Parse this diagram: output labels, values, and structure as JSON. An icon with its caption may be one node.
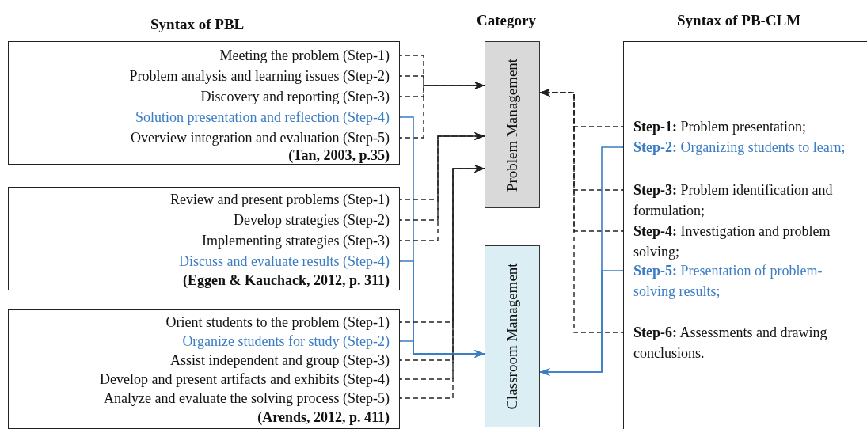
{
  "diagram": {
    "nodes": [
      {
        "text": [
          "(Tan, 2003, p.35)"
        ]
      },
      {
        "text": [
          "Meeting the problem (Step-1)"
        ],
        "in": 0
      },
      {
        "text": [
          "Problem analysis and learning issues (Step-2)"
        ],
        "in": 0
      },
      {
        "text": [
          "Discovery and reporting (Step-3)"
        ],
        "in": 0
      },
      {
        "text": [
          "Solution presentation and reflection (Step-4)"
        ],
        "in": 0
      },
      {
        "text": [
          "Overview integration and evaluation (Step-5)"
        ],
        "in": 0
      },
      {
        "text": [
          "(Eggen & Kauchack, 2012, p. 311)"
        ]
      },
      {
        "text": [
          "Review and present problems (Step-1)"
        ],
        "in": 6
      },
      {
        "text": [
          "Develop strategies (Step-2)"
        ],
        "in": 6
      },
      {
        "text": [
          "Implementing strategies (Step-3)"
        ],
        "in": 6
      },
      {
        "text": [
          "Discuss and evaluate results (Step-4)"
        ],
        "in": 6
      },
      {
        "text": [
          "(Arends, 2012, p. 411)"
        ]
      },
      {
        "text": [
          "Orient students to the problem (Step-1)"
        ],
        "in": 11
      },
      {
        "text": [
          "Organize students for study (Step-2)"
        ],
        "in": 11
      },
      {
        "text": [
          "Assist independent and group (Step-3)"
        ],
        "in": 11
      },
      {
        "text": [
          "Develop and present artifacts and exhibits (Step-4)"
        ],
        "in": 11
      },
      {
        "text": [
          "Analyze and evaluate the solving process (Step-5)"
        ],
        "in": 11
      },
      {
        "text": [
          "Problem Management"
        ]
      },
      {
        "text": [
          "Classroom Management"
        ]
      },
      {
        "text": [],
        "shape": "box"
      },
      {
        "text": [
          "**Step-1:** Problem presentation;"
        ],
        "in": 19
      },
      {
        "text": [
          "**Step-2:** Organizing students to learn;"
        ],
        "in": 19
      },
      {
        "text": [
          "**Step-3:** Problem identification and formulation;"
        ],
        "in": 19
      },
      {
        "text": [
          "**Step-4:** Investigation and problem solving;"
        ],
        "in": 19
      },
      {
        "text": [
          "**Step-5:** Presentation of problem-solving results;"
        ],
        "in": 19
      },
      {
        "text": [
          "**Step-6:** Assessments and drawing conclusions."
        ],
        "in": 19
      }
    ],
    "edges": [
      {
        "from": 1,
        "to": 17,
        "arrow": "to",
        "style": "dashed"
      },
      {
        "from": 2,
        "to": 17,
        "arrow": "to",
        "style": "dashed"
      },
      {
        "from": 3,
        "to": 17,
        "arrow": "to",
        "style": "dashed"
      },
      {
        "from": 5,
        "to": 17,
        "arrow": "to",
        "style": "dashed"
      },
      {
        "from": 4,
        "to": 18,
        "arrow": "to",
        "color": "#3b7dc4"
      },
      {
        "from": 7,
        "to": 17,
        "arrow": "to",
        "style": "dashed"
      },
      {
        "from": 8,
        "to": 17,
        "arrow": "to",
        "style": "dashed"
      },
      {
        "from": 9,
        "to": 17,
        "arrow": "to",
        "style": "dashed"
      },
      {
        "from": 10,
        "to": 18,
        "arrow": "to",
        "color": "#3b7dc4"
      },
      {
        "from": 12,
        "to": 17,
        "arrow": "to",
        "style": "dashed"
      },
      {
        "from": 14,
        "to": 17,
        "arrow": "to",
        "style": "dashed"
      },
      {
        "from": 15,
        "to": 17,
        "arrow": "to",
        "style": "dashed"
      },
      {
        "from": 16,
        "to": 17,
        "arrow": "to",
        "style": "dashed"
      },
      {
        "from": 13,
        "to": 18,
        "arrow": "to",
        "color": "#3b7dc4"
      },
      {
        "from": 20,
        "to": 17,
        "arrow": "to",
        "style": "dashed"
      },
      {
        "from": 22,
        "to": 17,
        "arrow": "to",
        "style": "dashed"
      },
      {
        "from": 23,
        "to": 17,
        "arrow": "to",
        "style": "dashed"
      },
      {
        "from": 25,
        "to": 17,
        "arrow": "to",
        "style": "dashed"
      },
      {
        "from": 21,
        "to": 18,
        "arrow": "to",
        "color": "#3b7dc4"
      },
      {
        "from": 24,
        "to": 18,
        "arrow": "to",
        "color": "#3b7dc4"
      }
    ],
    "labels": [
      "Syntax of PBL",
      "Category",
      "Syntax of PB-CLM"
    ]
  }
}
